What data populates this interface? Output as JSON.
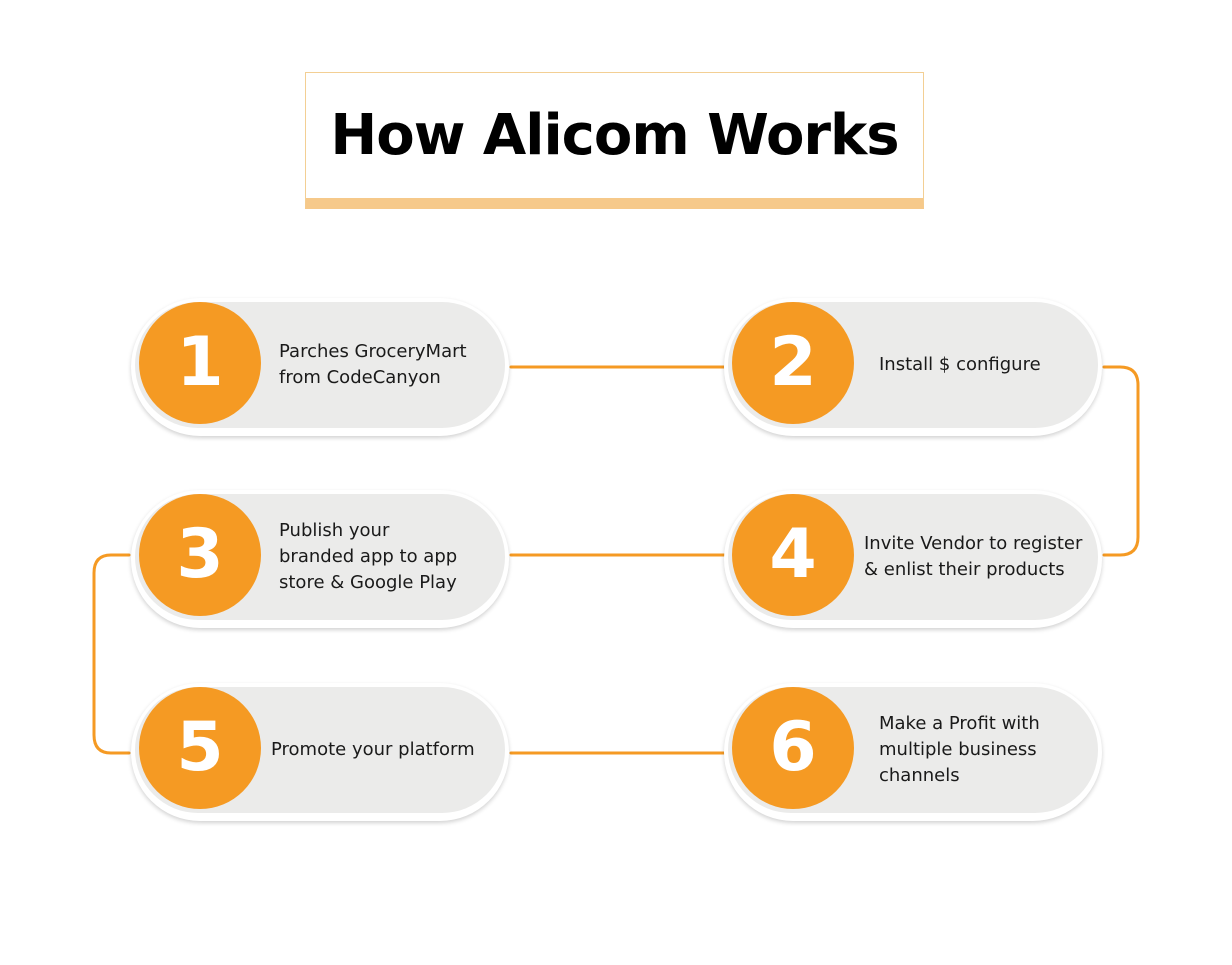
{
  "title": "How Alicom Works",
  "colors": {
    "accent": "#f59a23",
    "title_underline": "#f6c98a",
    "pill_background": "#ebebea",
    "connector": "#f59a23"
  },
  "steps": [
    {
      "number": "1",
      "label": "Parches GroceryMart\nfrom CodeCanyon"
    },
    {
      "number": "2",
      "label": "Install $ configure"
    },
    {
      "number": "3",
      "label": "Publish your\nbranded app to app\nstore & Google Play"
    },
    {
      "number": "4",
      "label": "Invite Vendor to register\n& enlist their products"
    },
    {
      "number": "5",
      "label": "Promote your platform"
    },
    {
      "number": "6",
      "label": "Make a Profit with\nmultiple business\nchannels"
    }
  ]
}
